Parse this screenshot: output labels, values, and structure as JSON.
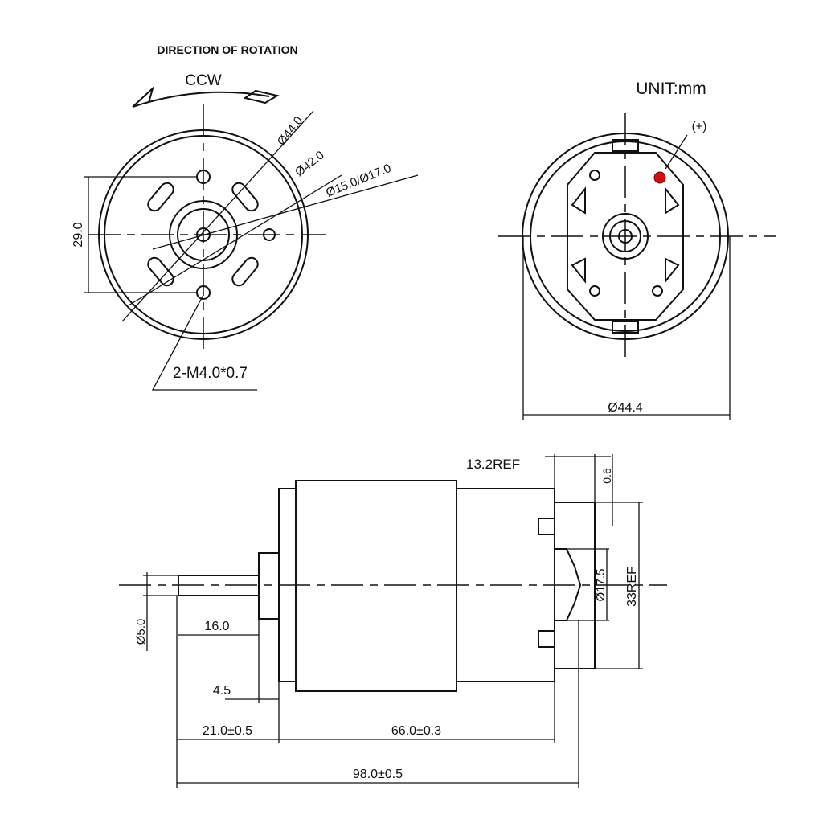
{
  "front_view": {
    "title": "DIRECTION OF ROTATION",
    "rotation": "CCW",
    "dim_outer": "Ø44.0",
    "dim_inner": "Ø42.0",
    "dim_hub": "Ø15.0/Ø17.0",
    "dim_hole_spacing": "29.0",
    "thread_callout": "2-M4.0*0.7"
  },
  "rear_view": {
    "unit": "UNIT:mm",
    "polarity": "(+)",
    "polarity_color": "#d01010",
    "dim_diameter": "Ø44.4"
  },
  "side_view": {
    "dim_terminal_ref": "13.2REF",
    "dim_gap": "0.6",
    "dim_bearing": "Ø17.5",
    "dim_height_ref": "33REF",
    "dim_shaft_dia": "Ø5.0",
    "dim_shaft_len": "16.0",
    "dim_boss": "4.5",
    "dim_front": "21.0±0.5",
    "dim_body": "66.0±0.3",
    "dim_total": "98.0±0.5"
  }
}
